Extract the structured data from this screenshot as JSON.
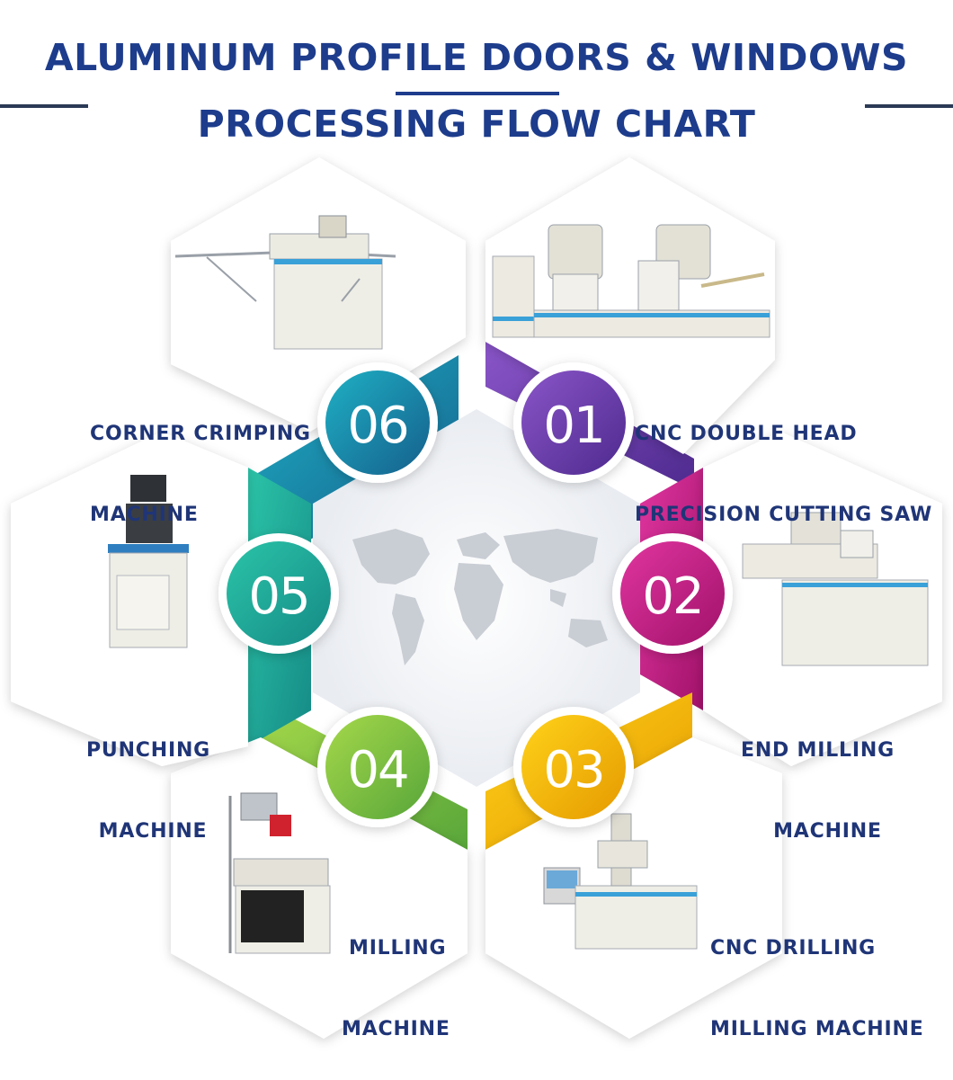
{
  "title": {
    "line1": "ALUMINUM PROFILE DOORS & WINDOWS",
    "line2": "PROCESSING FLOW CHART",
    "color": "#1d3c8c"
  },
  "steps": [
    {
      "number": "01",
      "line1": "CNC DOUBLE HEAD",
      "line2": "PRECISION CUTTING SAW",
      "color": "#6a3aa8",
      "icon": "cutting-saw-machine"
    },
    {
      "number": "02",
      "line1": "END MILLING",
      "line2": "MACHINE",
      "color": "#c21a82",
      "icon": "end-milling-machine"
    },
    {
      "number": "03",
      "line1": "CNC DRILLING",
      "line2": "MILLING MACHINE",
      "color": "#f2b705",
      "icon": "cnc-drilling-milling-machine"
    },
    {
      "number": "04",
      "line1": "MILLING",
      "line2": "MACHINE",
      "color": "#7cc243",
      "icon": "milling-machine"
    },
    {
      "number": "05",
      "line1": "PUNCHING",
      "line2": "MACHINE",
      "color": "#1fa89a",
      "icon": "punching-machine"
    },
    {
      "number": "06",
      "line1": "CORNER CRIMPING",
      "line2": "MACHINE",
      "color": "#1a7fa6",
      "icon": "corner-crimping-machine"
    }
  ],
  "center": {
    "icon": "world-map"
  }
}
